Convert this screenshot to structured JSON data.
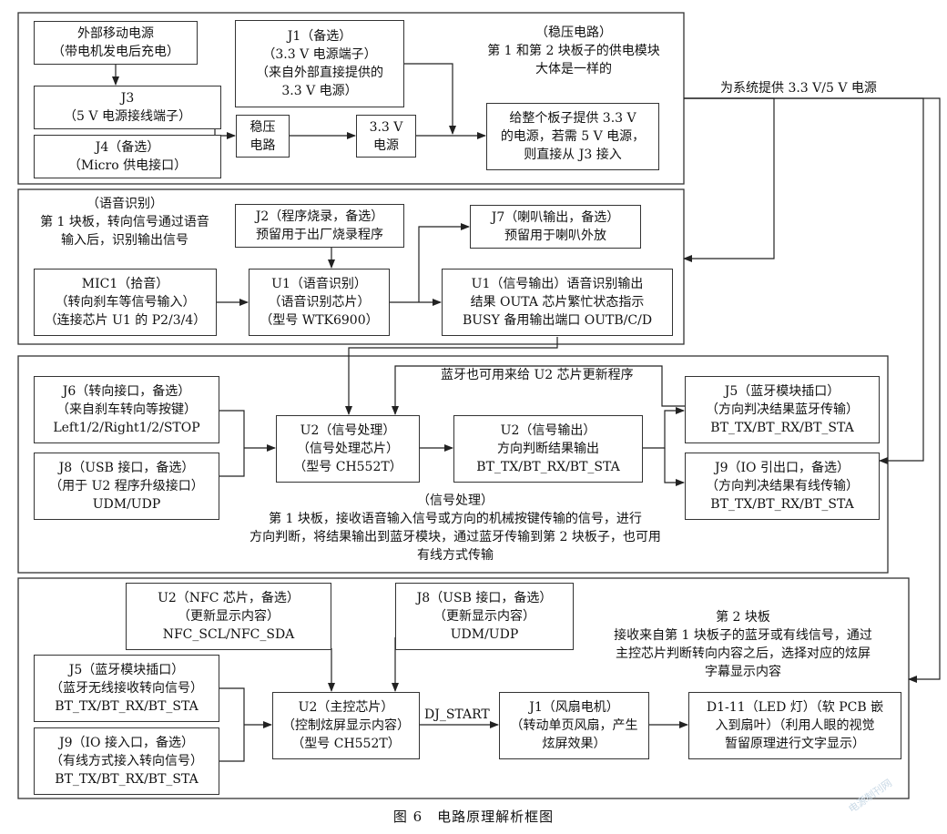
{
  "caption": "图 6　电路原理解析框图",
  "watermark": "电源制刊网",
  "edge_labels": {
    "power_supply": "为系统提供 3.3 V/5 V 电源",
    "bt_update": "蓝牙也可用来给 U2 芯片更新程序",
    "dj_start": "DJ_START"
  },
  "notes": {
    "power": [
      "（稳压电路）",
      "第 1 和第 2 块板子的供电模块",
      "大体是一样的"
    ],
    "voice": [
      "（语音识别）",
      "第 1 块板，转向信号通过语音",
      "输入后，识别输出信号"
    ],
    "signal": [
      "（信号处理）",
      "第 1 块板，接收语音输入信号或方向的机械按键传输的信号，进行",
      "方向判断，将结果输出到蓝牙模块，通过蓝牙传输到第 2 块板子，也可用",
      "有线方式传输"
    ],
    "board2": [
      "第 2 块板",
      "接收来自第 1 块板子的蓝牙或有线信号，通过",
      "主控芯片判断转向内容之后，选择对应的炫屏",
      "字幕显示内容"
    ]
  },
  "nodes": {
    "ext_power": [
      "外部移动电源",
      "（带电机发电后充电）"
    ],
    "j3": [
      "J3",
      "（5 V 电源接线端子）"
    ],
    "j4": [
      "J4（备选）",
      "（Micro 供电接口）"
    ],
    "reg": [
      "稳压",
      "电路"
    ],
    "v33": [
      "3.3 V",
      "电源"
    ],
    "j1_power": [
      "J1（备选）",
      "（3.3 V 电源端子）",
      "（来自外部直接提供的",
      "3.3 V 电源）"
    ],
    "supply": [
      "给整个板子提供 3.3 V",
      "的电源，若需 5 V 电源，",
      "则直接从 J3 接入"
    ],
    "j2": [
      "J2（程序烧录，备选）",
      "预留用于出厂烧录程序"
    ],
    "j7": [
      "J7（喇叭输出，备选）",
      "预留用于喇叭外放"
    ],
    "mic1": [
      "MIC1（拾音）",
      "（转向刹车等信号输入）",
      "（连接芯片 U1 的 P2/3/4）"
    ],
    "u1_voice": [
      "U1（语音识别）",
      "（语音识别芯片）",
      "（型号 WTK6900）"
    ],
    "u1_out": [
      "U1（信号输出）语音识别输出",
      "结果 OUTA 芯片繁忙状态指示",
      "BUSY 备用输出端口 OUTB/C/D"
    ],
    "j6": [
      "J6（转向接口，备选）",
      "（来自刹车转向等按键）",
      "Left1/2/Right1/2/STOP"
    ],
    "j8_usb": [
      "J8（USB 接口，备选）",
      "（用于 U2 程序升级接口）",
      "UDM/UDP"
    ],
    "u2_proc": [
      "U2（信号处理）",
      "（信号处理芯片）",
      "（型号 CH552T）"
    ],
    "u2_out": [
      "U2（信号输出）",
      "方向判断结果输出",
      "BT_TX/BT_RX/BT_STA"
    ],
    "j5_bt": [
      "J5（蓝牙模块插口）",
      "（方向判决结果蓝牙传输）",
      "BT_TX/BT_RX/BT_STA"
    ],
    "j9_io": [
      "J9（IO 引出口，备选）",
      "（方向判决结果有线传输）",
      "BT_TX/BT_RX/BT_STA"
    ],
    "u2_nfc": [
      "U2（NFC 芯片，备选）",
      "（更新显示内容）",
      "NFC_SCL/NFC_SDA"
    ],
    "j8_usb2": [
      "J8（USB 接口，备选）",
      "（更新显示内容）",
      "UDM/UDP"
    ],
    "j5_rx": [
      "J5（蓝牙模块插口）",
      "（蓝牙无线接收转向信号）",
      "BT_TX/BT_RX/BT_STA"
    ],
    "j9_in": [
      "J9（IO 接入口，备选）",
      "（有线方式接入转向信号）",
      "BT_TX/BT_RX/BT_STA"
    ],
    "u2_main": [
      "U2（主控芯片）",
      "（控制炫屏显示内容）",
      "（型号 CH552T）"
    ],
    "j1_fan": [
      "J1（风扇电机）",
      "（转动单页风扇，产生",
      "炫屏效果）"
    ],
    "led": [
      "D1-11（LED 灯）（软 PCB 嵌",
      "入到扇叶）（利用人眼的视觉",
      "暂留原理进行文字显示）"
    ]
  }
}
